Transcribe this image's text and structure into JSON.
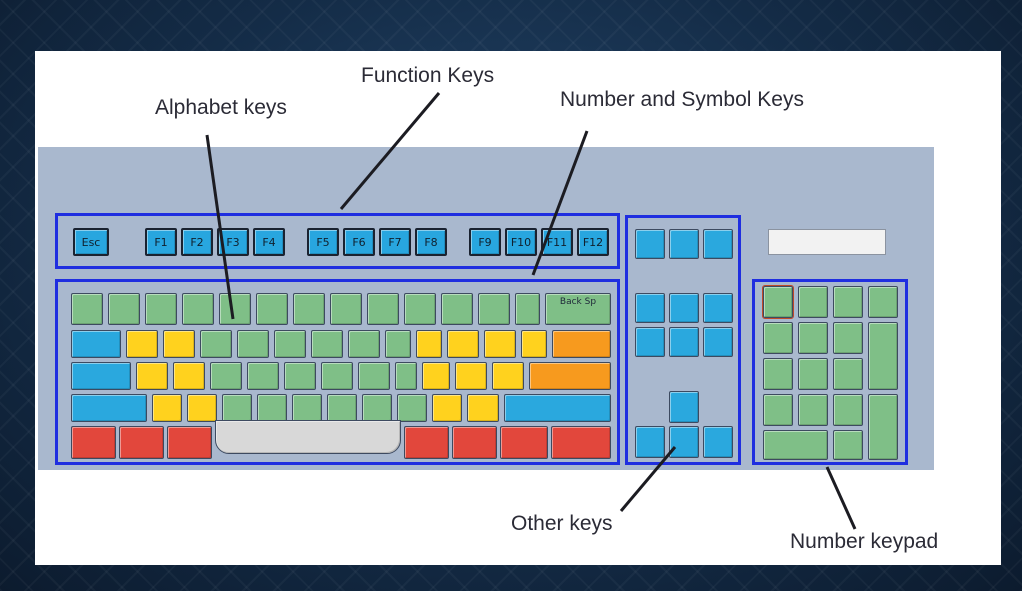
{
  "labels": {
    "function_keys": "Function Keys",
    "alphabet_keys": "Alphabet keys",
    "number_symbol_keys": "Number and Symbol Keys",
    "other_keys": "Other keys",
    "number_keypad": "Number keypad"
  },
  "keys": {
    "esc": "Esc",
    "f1": "F1",
    "f2": "F2",
    "f3": "F3",
    "f4": "F4",
    "f5": "F5",
    "f6": "F6",
    "f7": "F7",
    "f8": "F8",
    "f9": "F9",
    "f10": "F10",
    "f11": "F11",
    "f12": "F12",
    "back_space": "Back Sp"
  },
  "colors": {
    "function": "#28a6df",
    "number_symbol": "#7fbf87",
    "alphabet": "#ffd21e",
    "modifier": "#2aa8de",
    "bottom_row": "#e2473c",
    "section_outline": "#1f2ee0",
    "keyboard_body": "#a9b8ce"
  }
}
